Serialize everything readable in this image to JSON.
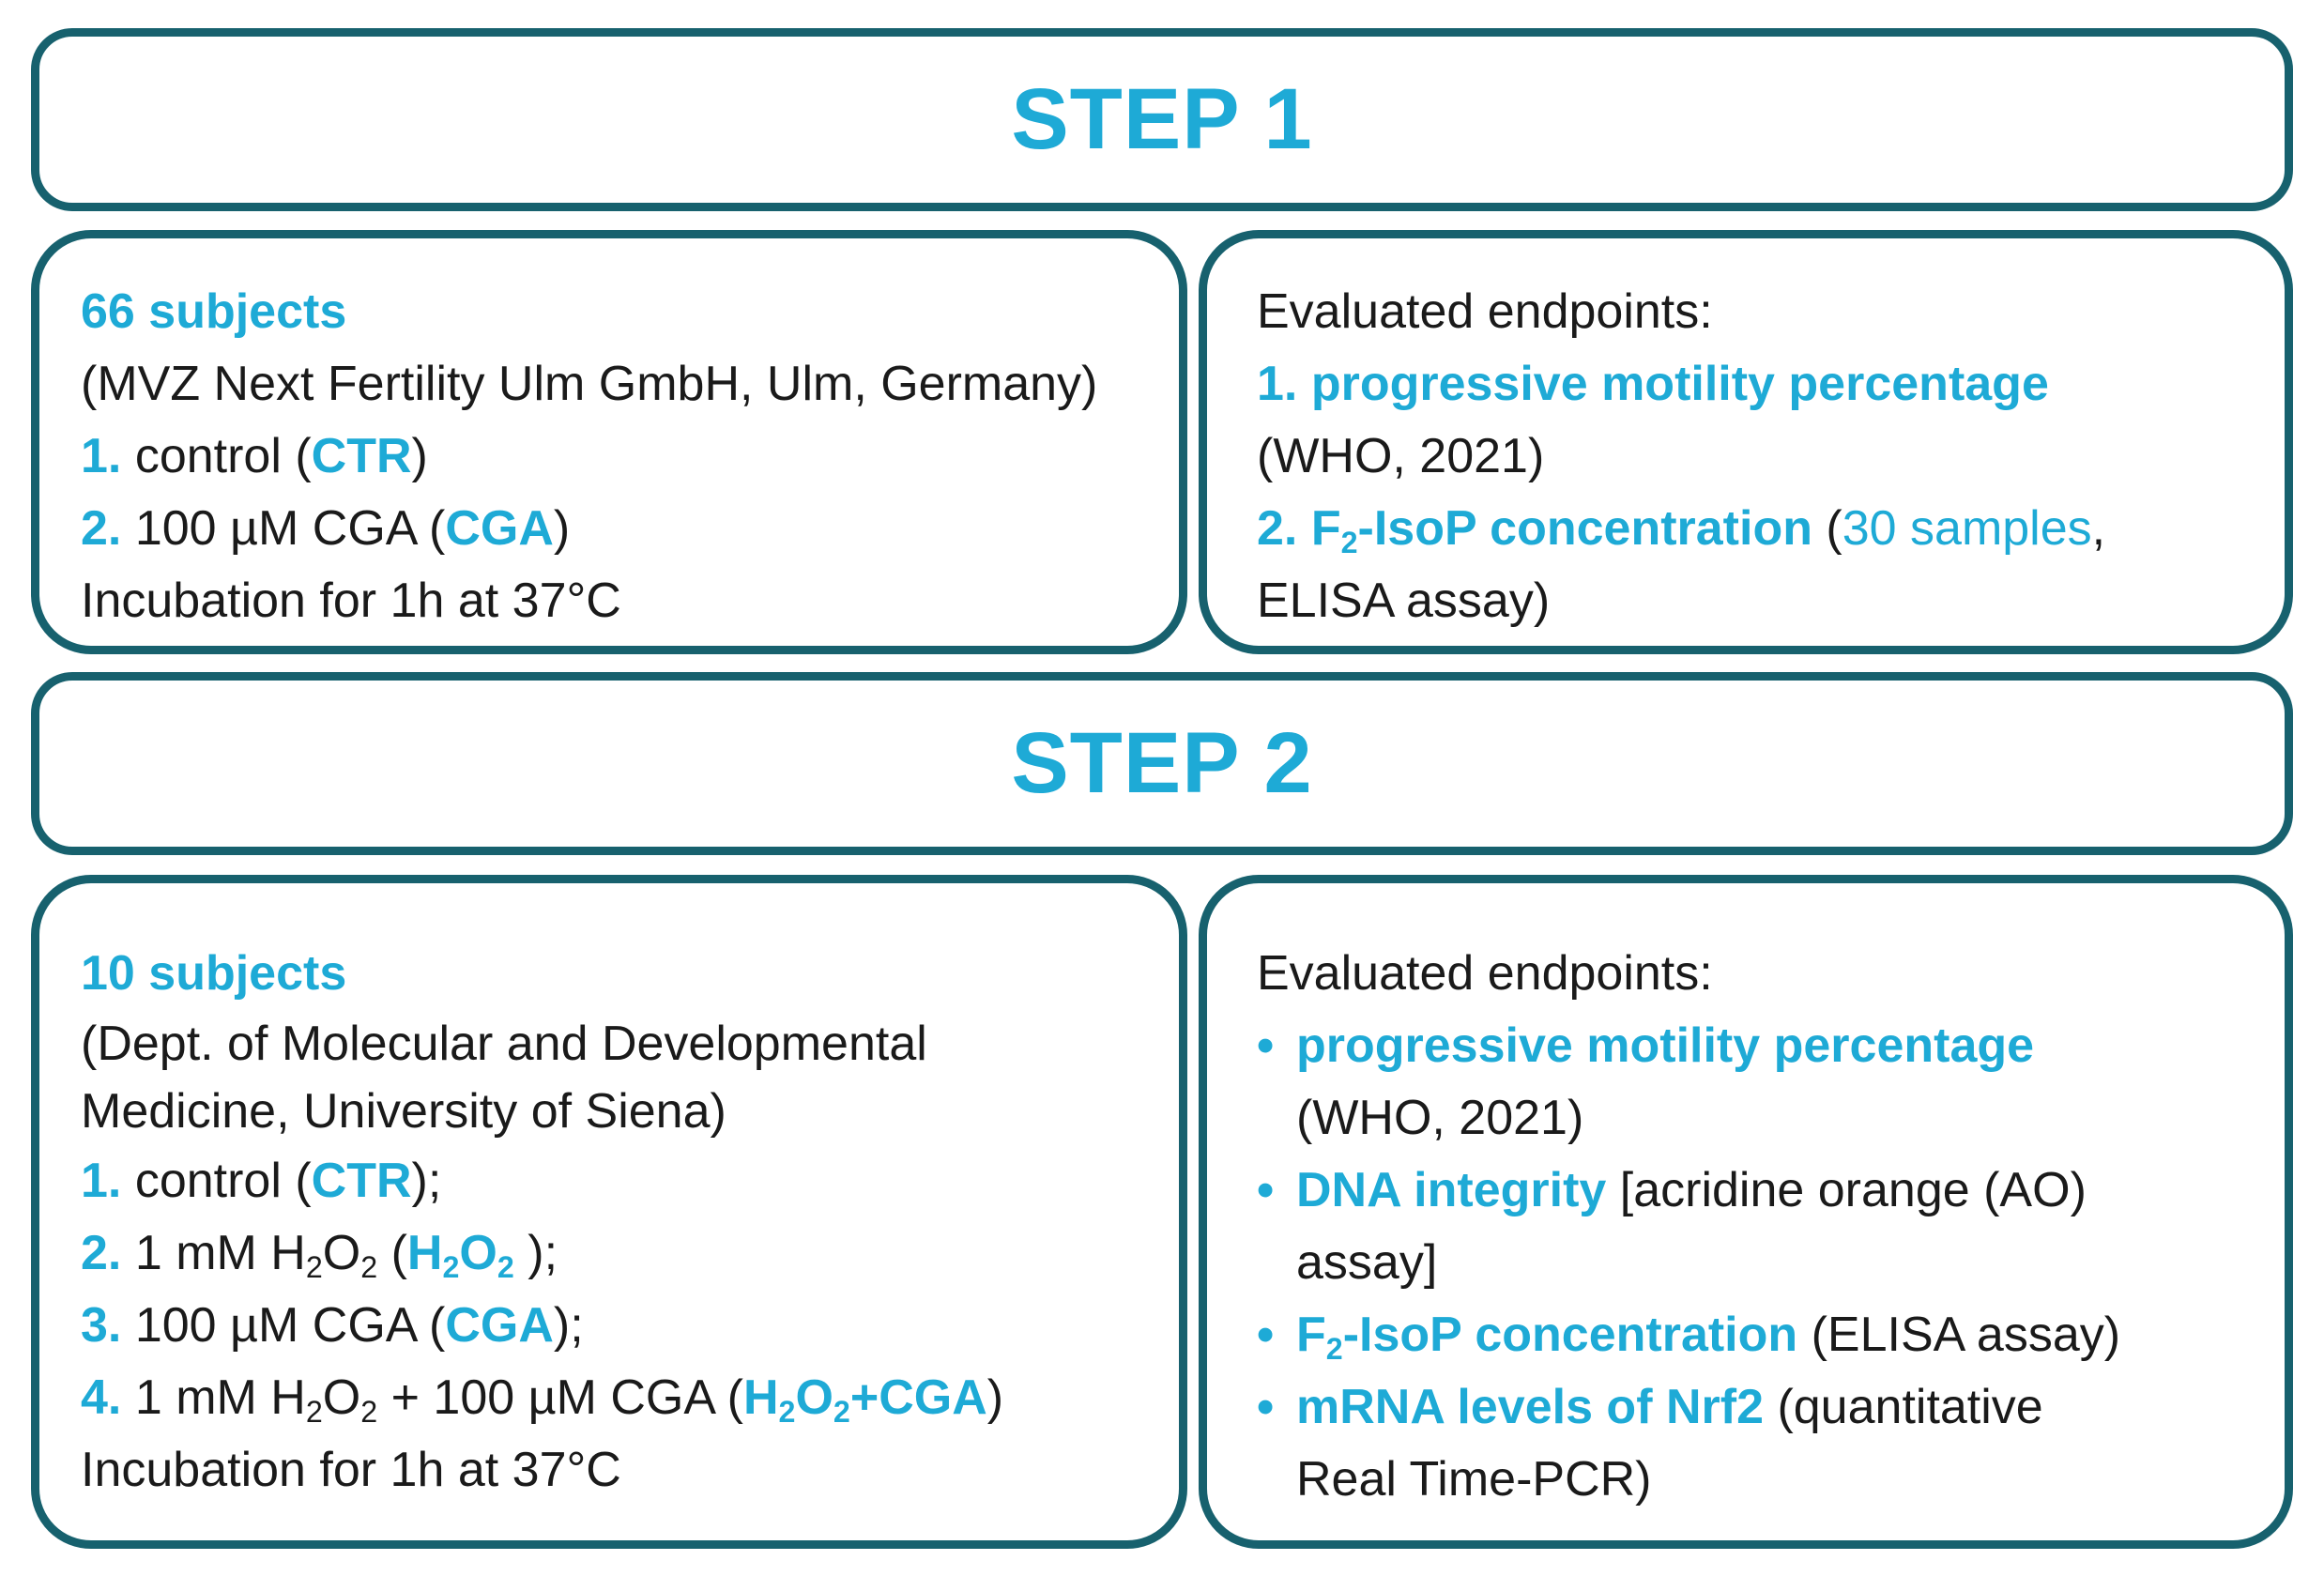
{
  "step1": {
    "title": "STEP 1",
    "left": {
      "subjects": "66 subjects",
      "source": "(MVZ Next Fertility Ulm GmbH, Ulm, Germany)",
      "groups": [
        {
          "num": "1.",
          "text": "control (",
          "abbr": "CTR",
          "end": ")"
        },
        {
          "num": "2.",
          "text": "100 µM CGA (",
          "abbr": "CGA",
          "end": ")"
        }
      ],
      "incubation": "Incubation for 1h at 37°C"
    },
    "right": {
      "heading": "Evaluated endpoints:",
      "e1": "1. progressive motility percentage",
      "e1_ref": "(WHO, 2021)",
      "e2_num": "2. F",
      "e2_sub": "2",
      "e2_rest": "-IsoP concentration",
      "e2_open": " (",
      "e2_samples": "30 samples",
      "e2_comma": ",",
      "e2_method": "ELISA assay)"
    }
  },
  "step2": {
    "title": "STEP 2",
    "left": {
      "subjects": "10 subjects",
      "source1": "(Dept. of Molecular and Developmental",
      "source2": "Medicine, University of Siena)",
      "g1": {
        "num": "1.",
        "text": "control (",
        "abbr": "CTR",
        "end": ");"
      },
      "g2": {
        "num": "2.",
        "pre": "1 mM H",
        "mid": "O",
        "open": " (",
        "abbr_a": "H",
        "abbr_b": "O",
        "end": " );",
        "sub": "2"
      },
      "g3": {
        "num": "3.",
        "text": "100 µM CGA (",
        "abbr": "CGA",
        "end": ");"
      },
      "g4": {
        "num": "4.",
        "pre": "1 mM H",
        "mid": "O",
        "post": " + 100 µM CGA (",
        "abbr_a": "H",
        "abbr_b": "O",
        "abbr_c": "+CGA",
        "end": ")",
        "sub": "2"
      },
      "incubation": "Incubation for 1h at 37°C"
    },
    "right": {
      "heading": "Evaluated endpoints:",
      "bullet": "•",
      "b1": "progressive motility percentage",
      "b1_ref": "(WHO, 2021)",
      "b2": "DNA integrity",
      "b2_rest": " [acridine orange (AO)",
      "b2_cont": "assay]",
      "b3_a": "F",
      "b3_sub": "2",
      "b3_b": "-IsoP concentration",
      "b3_rest": " (ELISA assay)",
      "b4": "mRNA levels of Nrf2",
      "b4_rest": " (quantitative",
      "b4_cont": "Real Time-PCR)"
    }
  },
  "colors": {
    "border": "#17616e",
    "accent": "#1eaad6",
    "text": "#1a1a1a"
  }
}
